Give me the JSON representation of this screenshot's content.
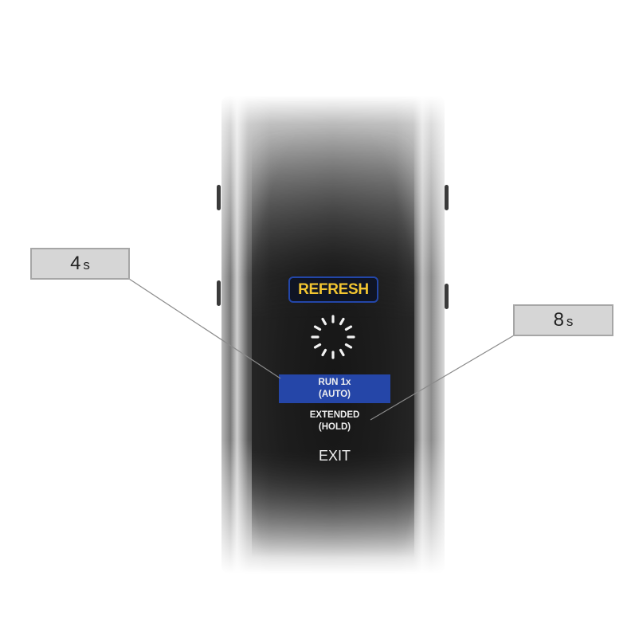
{
  "device": {
    "screen": {
      "badge_label": "REFRESH",
      "badge_text_color": "#f2c531",
      "badge_border_color": "#2346a8",
      "spinner_icon": "loading-spinner-icon",
      "menu": [
        {
          "line1": "RUN 1x",
          "line2": "(AUTO)",
          "selected": true,
          "highlight_color": "#2546a8"
        },
        {
          "line1": "EXTENDED",
          "line2": "(HOLD)",
          "selected": false
        },
        {
          "line1": "EXIT",
          "line2": "",
          "selected": false
        }
      ]
    }
  },
  "callouts": [
    {
      "value": "4",
      "unit": "s",
      "points_to": "RUN 1x (AUTO)"
    },
    {
      "value": "8",
      "unit": "s",
      "points_to": "EXTENDED (HOLD)"
    }
  ]
}
